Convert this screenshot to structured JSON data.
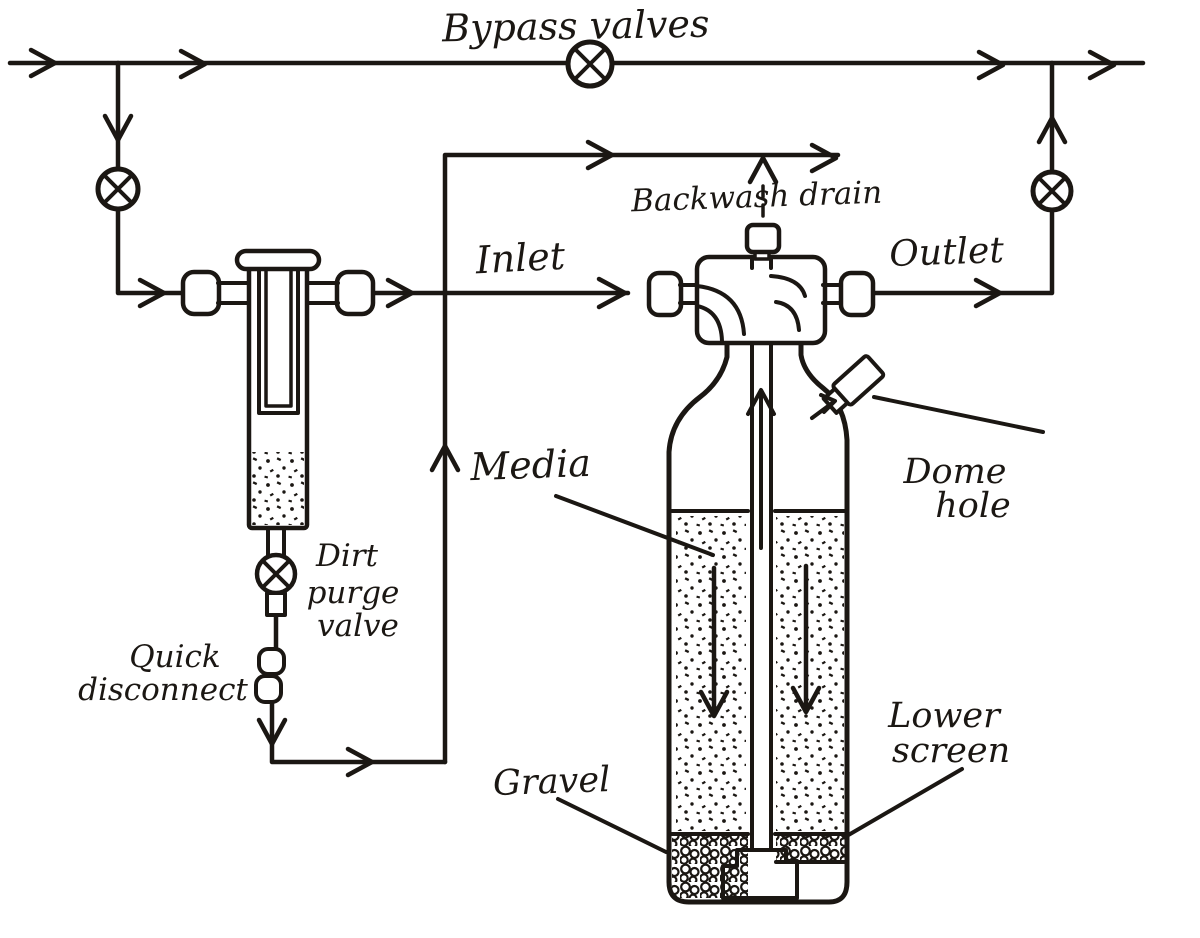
{
  "diagram": {
    "labels": {
      "bypass_valves": "Bypass valves",
      "backwash_drain": "Backwash drain",
      "inlet": "Inlet",
      "outlet": "Outlet",
      "media": "Media",
      "dome_hole": [
        "Dome",
        "hole"
      ],
      "dirt_purge_valve": [
        "Dirt",
        "purge",
        "valve"
      ],
      "quick_disconnect": [
        "Quick",
        "disconnect"
      ],
      "gravel": "Gravel",
      "lower_screen": [
        "Lower",
        "screen"
      ]
    },
    "symbols": {
      "valve": "circle-with-x-valve-icon",
      "flow_arrow": "open-v-arrowhead",
      "media_fill": "speckle-dots",
      "gravel_fill": "pebble-circles",
      "lower_screen_fill": "crosshatch"
    },
    "colors": {
      "ink": "#1b1713",
      "paper": "#ffffff"
    }
  }
}
